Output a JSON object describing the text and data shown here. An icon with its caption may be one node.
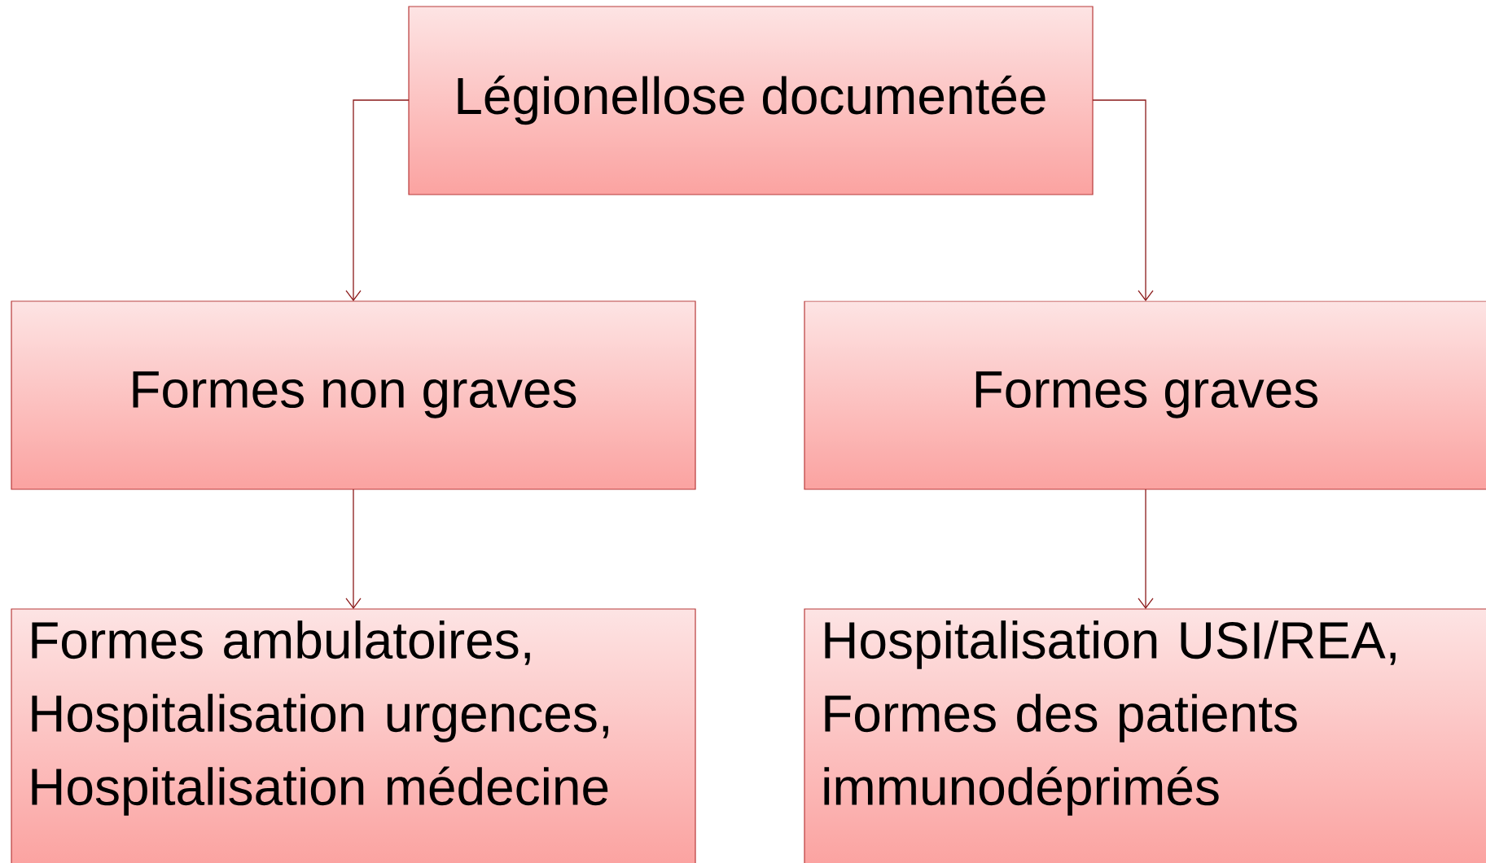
{
  "diagram": {
    "nodes": [
      {
        "text": [
          "Légionellose documentée"
        ]
      },
      {
        "text": [
          "Formes non graves"
        ]
      },
      {
        "text": [
          "Formes graves"
        ]
      },
      {
        "text": [
          "Formes ambulatoires, Hospitalisation urgences, Hospitalisation médecine"
        ]
      },
      {
        "text": [
          "Hospitalisation USI/REA, Formes des patients immunodéprimés"
        ]
      }
    ],
    "edges": [
      {
        "from": 0,
        "to": 1,
        "arrow": "to"
      },
      {
        "from": 0,
        "to": 2,
        "arrow": "to"
      },
      {
        "from": 1,
        "to": 3,
        "arrow": "to"
      },
      {
        "from": 2,
        "to": 4,
        "arrow": "to"
      }
    ]
  }
}
